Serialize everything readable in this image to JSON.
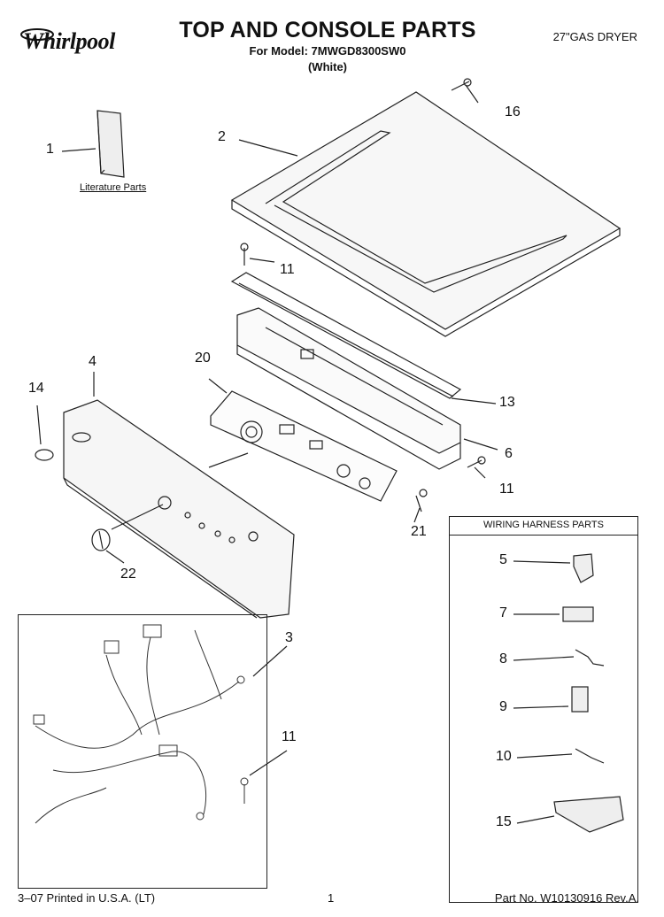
{
  "header": {
    "brand": "Whirlpool",
    "title": "TOP AND CONSOLE PARTS",
    "model_line": "For Model: 7MWGD8300SW0",
    "color_line": "(White)",
    "product": "27\"GAS DRYER"
  },
  "callouts": {
    "c1": "1",
    "c2": "2",
    "c16": "16",
    "c11a": "11",
    "c13": "13",
    "c4": "4",
    "c20": "20",
    "c14": "14",
    "c6": "6",
    "c11b": "11",
    "c21": "21",
    "c22": "22",
    "c3": "3",
    "c11c": "11",
    "c5": "5",
    "c7": "7",
    "c8": "8",
    "c9": "9",
    "c10": "10",
    "c15": "15"
  },
  "literature_label": "Literature Parts",
  "wiring_box_title": "WIRING HARNESS PARTS",
  "footer": {
    "left": "3–07 Printed in U.S.A. (LT)",
    "center": "1",
    "right": "Part No. W10130916 Rev.A."
  }
}
